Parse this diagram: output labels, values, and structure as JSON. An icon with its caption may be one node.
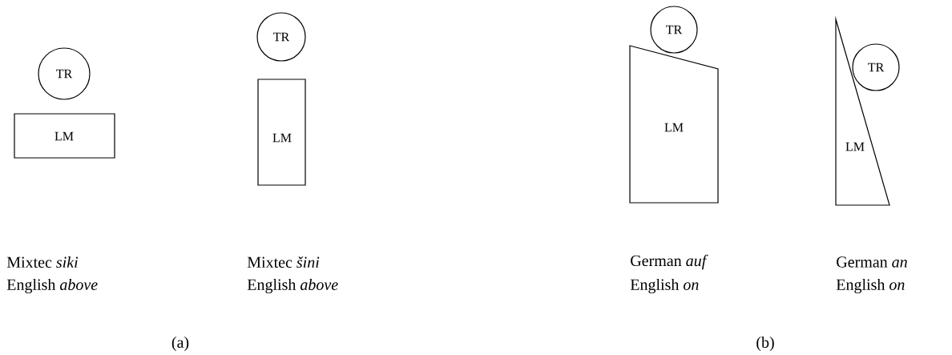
{
  "diagram": {
    "nodes": [
      {
        "text": [
          "TR"
        ]
      },
      {
        "text": [
          "LM"
        ]
      },
      {
        "text": [
          "TR"
        ]
      },
      {
        "text": [
          "LM"
        ]
      },
      {
        "text": [
          "TR"
        ]
      },
      {
        "text": [
          "LM"
        ]
      },
      {
        "text": [
          "TR"
        ]
      },
      {
        "text": [
          "LM"
        ]
      }
    ],
    "labels": [
      "Mixtec *siki*",
      "English *above*",
      "Mixtec *šini*",
      "English *above*",
      "German *auf*",
      "English *on*",
      "German *an*",
      "English *on*",
      "(a)",
      "(b)"
    ]
  }
}
